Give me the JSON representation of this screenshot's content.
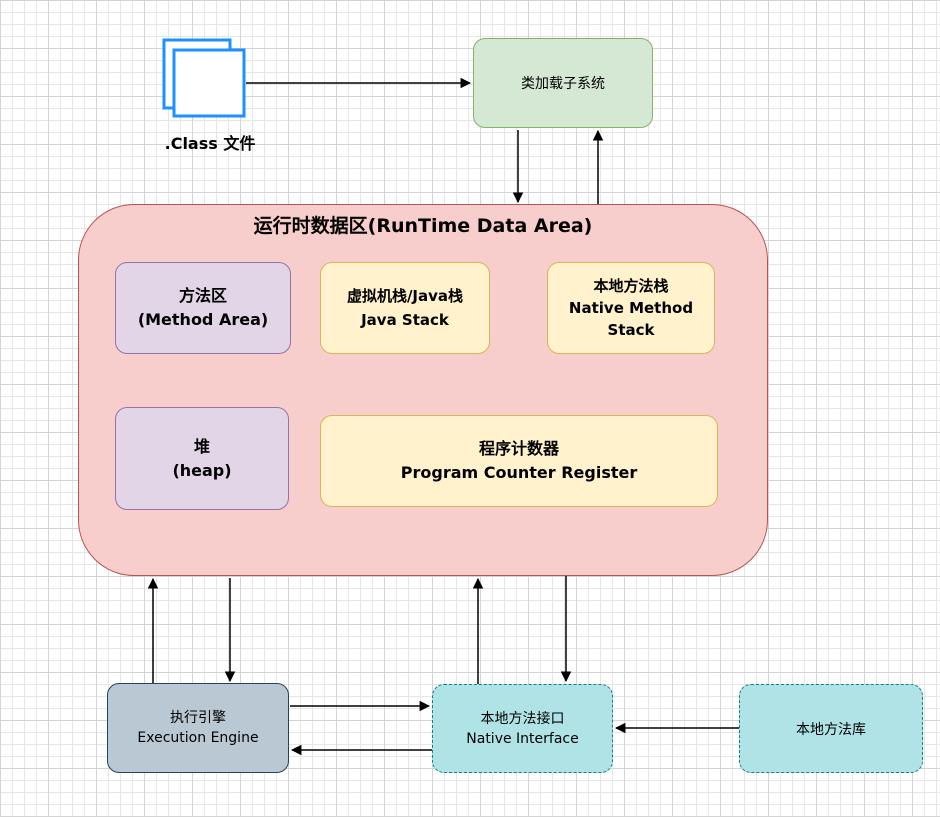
{
  "class_file": {
    "label": ".Class 文件"
  },
  "class_loader": {
    "label": "类加载子系统"
  },
  "runtime_data_area": {
    "title": "运行时数据区(RunTime Data Area)",
    "method_area": {
      "line1": "方法区",
      "line2": "(Method Area)"
    },
    "jvm_stack": {
      "line1": "虚拟机栈/Java栈",
      "line2": "Java Stack"
    },
    "native_method_stack": {
      "line1": "本地方法栈",
      "line2": "Native Method",
      "line3": "Stack"
    },
    "heap": {
      "line1": "堆",
      "line2": "(heap)"
    },
    "pc_register": {
      "line1": "程序计数器",
      "line2": "Program Counter Register"
    }
  },
  "execution_engine": {
    "line1": "执行引擎",
    "line2": "Execution Engine"
  },
  "native_interface": {
    "line1": "本地方法接口",
    "line2": "Native Interface"
  },
  "native_library": {
    "label": "本地方法库"
  },
  "colors": {
    "loader_fill": "#d5e8d4",
    "runtime_fill": "#f8cecc",
    "purple_fill": "#e1d5e7",
    "yellow_fill": "#fff2cc",
    "engine_fill": "#bac8d3",
    "native_fill": "#b0e3e6",
    "file_icon_stroke": "#1e90ff"
  }
}
